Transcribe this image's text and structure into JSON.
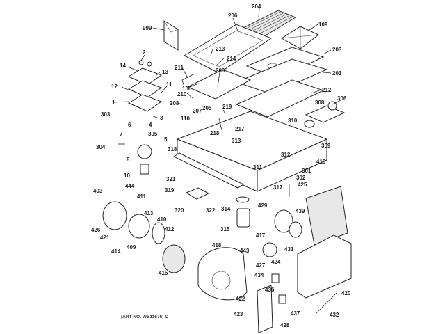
{
  "diagram": {
    "type": "exploded-parts-diagram",
    "art_number": "(ART NO. WB11676) C",
    "labels": [
      {
        "id": "999",
        "text": "999"
      },
      {
        "id": "206",
        "text": "206"
      },
      {
        "id": "204",
        "text": "204"
      },
      {
        "id": "109",
        "text": "109"
      },
      {
        "id": "203",
        "text": "203"
      },
      {
        "id": "201",
        "text": "201"
      },
      {
        "id": "213",
        "text": "213"
      },
      {
        "id": "214",
        "text": "214"
      },
      {
        "id": "209",
        "text": "209"
      },
      {
        "id": "211",
        "text": "211"
      },
      {
        "id": "106",
        "text": "106"
      },
      {
        "id": "210",
        "text": "210"
      },
      {
        "id": "208",
        "text": "208"
      },
      {
        "id": "207",
        "text": "207"
      },
      {
        "id": "205",
        "text": "205"
      },
      {
        "id": "212",
        "text": "212"
      },
      {
        "id": "306",
        "text": "306"
      },
      {
        "id": "308",
        "text": "308"
      },
      {
        "id": "2",
        "text": "2"
      },
      {
        "id": "14",
        "text": "14"
      },
      {
        "id": "13",
        "text": "13"
      },
      {
        "id": "12",
        "text": "12"
      },
      {
        "id": "11",
        "text": "11"
      },
      {
        "id": "1",
        "text": "1"
      },
      {
        "id": "3",
        "text": "3"
      },
      {
        "id": "110",
        "text": "110"
      },
      {
        "id": "219",
        "text": "219"
      },
      {
        "id": "218",
        "text": "218"
      },
      {
        "id": "217",
        "text": "217"
      },
      {
        "id": "310",
        "text": "310"
      },
      {
        "id": "309",
        "text": "309"
      },
      {
        "id": "303",
        "text": "303"
      },
      {
        "id": "6",
        "text": "6"
      },
      {
        "id": "4",
        "text": "4"
      },
      {
        "id": "7",
        "text": "7"
      },
      {
        "id": "305",
        "text": "305"
      },
      {
        "id": "5",
        "text": "5"
      },
      {
        "id": "304",
        "text": "304"
      },
      {
        "id": "8",
        "text": "8"
      },
      {
        "id": "318",
        "text": "318"
      },
      {
        "id": "313",
        "text": "313"
      },
      {
        "id": "312",
        "text": "312"
      },
      {
        "id": "311",
        "text": "311"
      },
      {
        "id": "301",
        "text": "301"
      },
      {
        "id": "419",
        "text": "419"
      },
      {
        "id": "10",
        "text": "10"
      },
      {
        "id": "321",
        "text": "321"
      },
      {
        "id": "302",
        "text": "302"
      },
      {
        "id": "317",
        "text": "317"
      },
      {
        "id": "425",
        "text": "425"
      },
      {
        "id": "403",
        "text": "403"
      },
      {
        "id": "444",
        "text": "444"
      },
      {
        "id": "411",
        "text": "411"
      },
      {
        "id": "319",
        "text": "319"
      },
      {
        "id": "320",
        "text": "320"
      },
      {
        "id": "322",
        "text": "322"
      },
      {
        "id": "314",
        "text": "314"
      },
      {
        "id": "429",
        "text": "429"
      },
      {
        "id": "439",
        "text": "439"
      },
      {
        "id": "413",
        "text": "413"
      },
      {
        "id": "410",
        "text": "410"
      },
      {
        "id": "426",
        "text": "426"
      },
      {
        "id": "412",
        "text": "412"
      },
      {
        "id": "315",
        "text": "315"
      },
      {
        "id": "421",
        "text": "421"
      },
      {
        "id": "417",
        "text": "417"
      },
      {
        "id": "418",
        "text": "418"
      },
      {
        "id": "414",
        "text": "414"
      },
      {
        "id": "409",
        "text": "409"
      },
      {
        "id": "443",
        "text": "443"
      },
      {
        "id": "431",
        "text": "431"
      },
      {
        "id": "424",
        "text": "424"
      },
      {
        "id": "427",
        "text": "427"
      },
      {
        "id": "415",
        "text": "415"
      },
      {
        "id": "434",
        "text": "434"
      },
      {
        "id": "436",
        "text": "436"
      },
      {
        "id": "420",
        "text": "420"
      },
      {
        "id": "422",
        "text": "422"
      },
      {
        "id": "437",
        "text": "437"
      },
      {
        "id": "423",
        "text": "423"
      },
      {
        "id": "432",
        "text": "432"
      },
      {
        "id": "428",
        "text": "428"
      }
    ]
  }
}
